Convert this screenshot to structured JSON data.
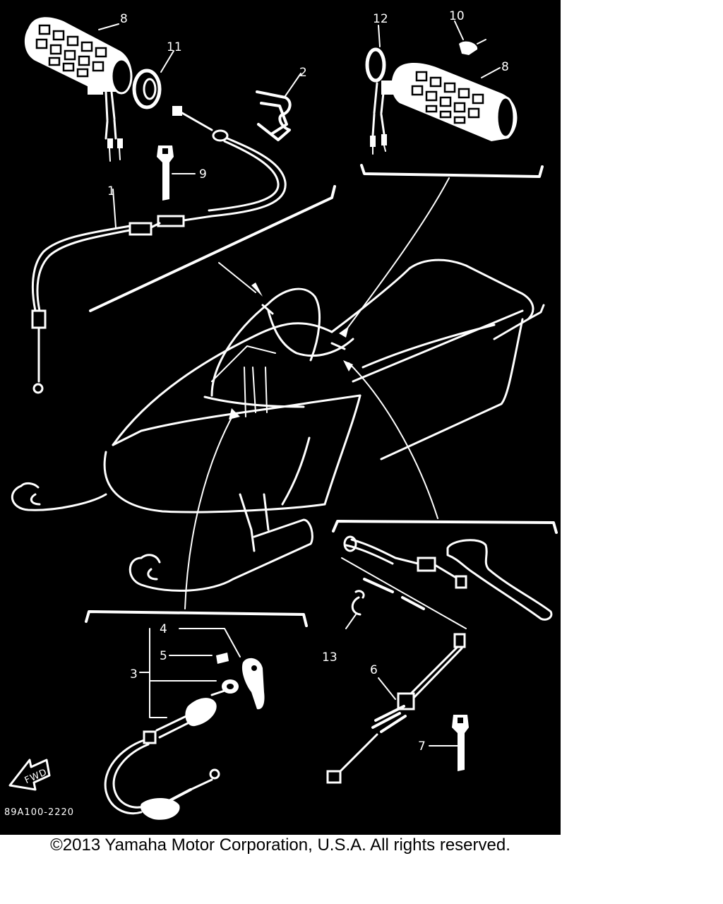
{
  "diagram": {
    "callouts": {
      "c1": "1",
      "c2": "2",
      "c3": "3",
      "c4": "4",
      "c5": "5",
      "c6": "6",
      "c7": "7",
      "c8a": "8",
      "c8b": "8",
      "c9": "9",
      "c10": "10",
      "c11": "11",
      "c12": "12",
      "c13": "13"
    },
    "front_arrow_label": "FWD",
    "ref_code": "89A100-2220",
    "colors": {
      "background": "#000000",
      "linework": "#ffffff"
    }
  },
  "footer": {
    "copyright": "©2013 Yamaha Motor Corporation, U.S.A. All rights reserved."
  }
}
